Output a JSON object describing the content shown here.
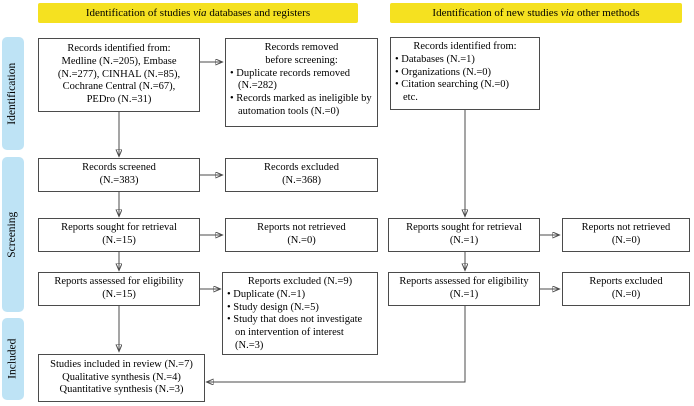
{
  "colors": {
    "header_bg": "#F5E120",
    "stage_bg": "#BEE3F5",
    "box_border": "#4B4B4B",
    "line": "#4B4B4B"
  },
  "headers": {
    "databases": {
      "pre": "Identification of studies ",
      "em": "via",
      "post": " databases and registers"
    },
    "other": {
      "pre": "Identification of new studies ",
      "em": "via",
      "post": " other methods"
    }
  },
  "stages": {
    "identification": "Identification",
    "screening": "Screening",
    "included": "Included"
  },
  "boxes": {
    "records_identified_db": {
      "lines": [
        "Records identified from:",
        "Medline (N.=205), Embase",
        "(N.=277), CINHAL (N.=85),",
        "Cochrane Central (N.=67),",
        "PEDro (N.=31)"
      ]
    },
    "records_removed": {
      "title_lines": [
        "Records removed",
        "before screening:"
      ],
      "bullets": [
        "• Duplicate records removed (N.=282)",
        "• Records marked as ineligible by automation tools (N.=0)"
      ]
    },
    "records_identified_other": {
      "title": "Records identified from:",
      "bullets": [
        "• Databases (N.=1)",
        "• Organizations (N.=0)",
        "• Citation searching (N.=0)"
      ],
      "etc": "etc."
    },
    "records_screened": {
      "lines": [
        "Records screened",
        "(N.=383)"
      ]
    },
    "records_excluded": {
      "lines": [
        "Records excluded",
        "(N.=368)"
      ]
    },
    "reports_sought_db": {
      "lines": [
        "Reports sought for retrieval",
        "(N.=15)"
      ]
    },
    "reports_not_retrieved_db": {
      "lines": [
        "Reports not retrieved",
        "(N.=0)"
      ]
    },
    "reports_assessed_db": {
      "lines": [
        "Reports assessed for eligibility",
        "(N.=15)"
      ]
    },
    "reports_excluded_db": {
      "title": "Reports excluded (N.=9)",
      "bullets": [
        "• Duplicate (N.=1)",
        "• Study design (N.=5)",
        "• Study that does not investigate on intervention of interest (N.=3)"
      ]
    },
    "reports_sought_other": {
      "lines": [
        "Reports sought for retrieval",
        "(N.=1)"
      ]
    },
    "reports_not_retrieved_other": {
      "lines": [
        "Reports not retrieved",
        "(N.=0)"
      ]
    },
    "reports_assessed_other": {
      "lines": [
        "Reports assessed for eligibility",
        "(N.=1)"
      ]
    },
    "reports_excluded_other": {
      "lines": [
        "Reports excluded",
        "(N.=0)"
      ]
    },
    "included_studies": {
      "lines": [
        "Studies included in review (N.=7)",
        "Qualitative synthesis (N.=4)",
        "Quantitative synthesis (N.=3)"
      ]
    }
  }
}
